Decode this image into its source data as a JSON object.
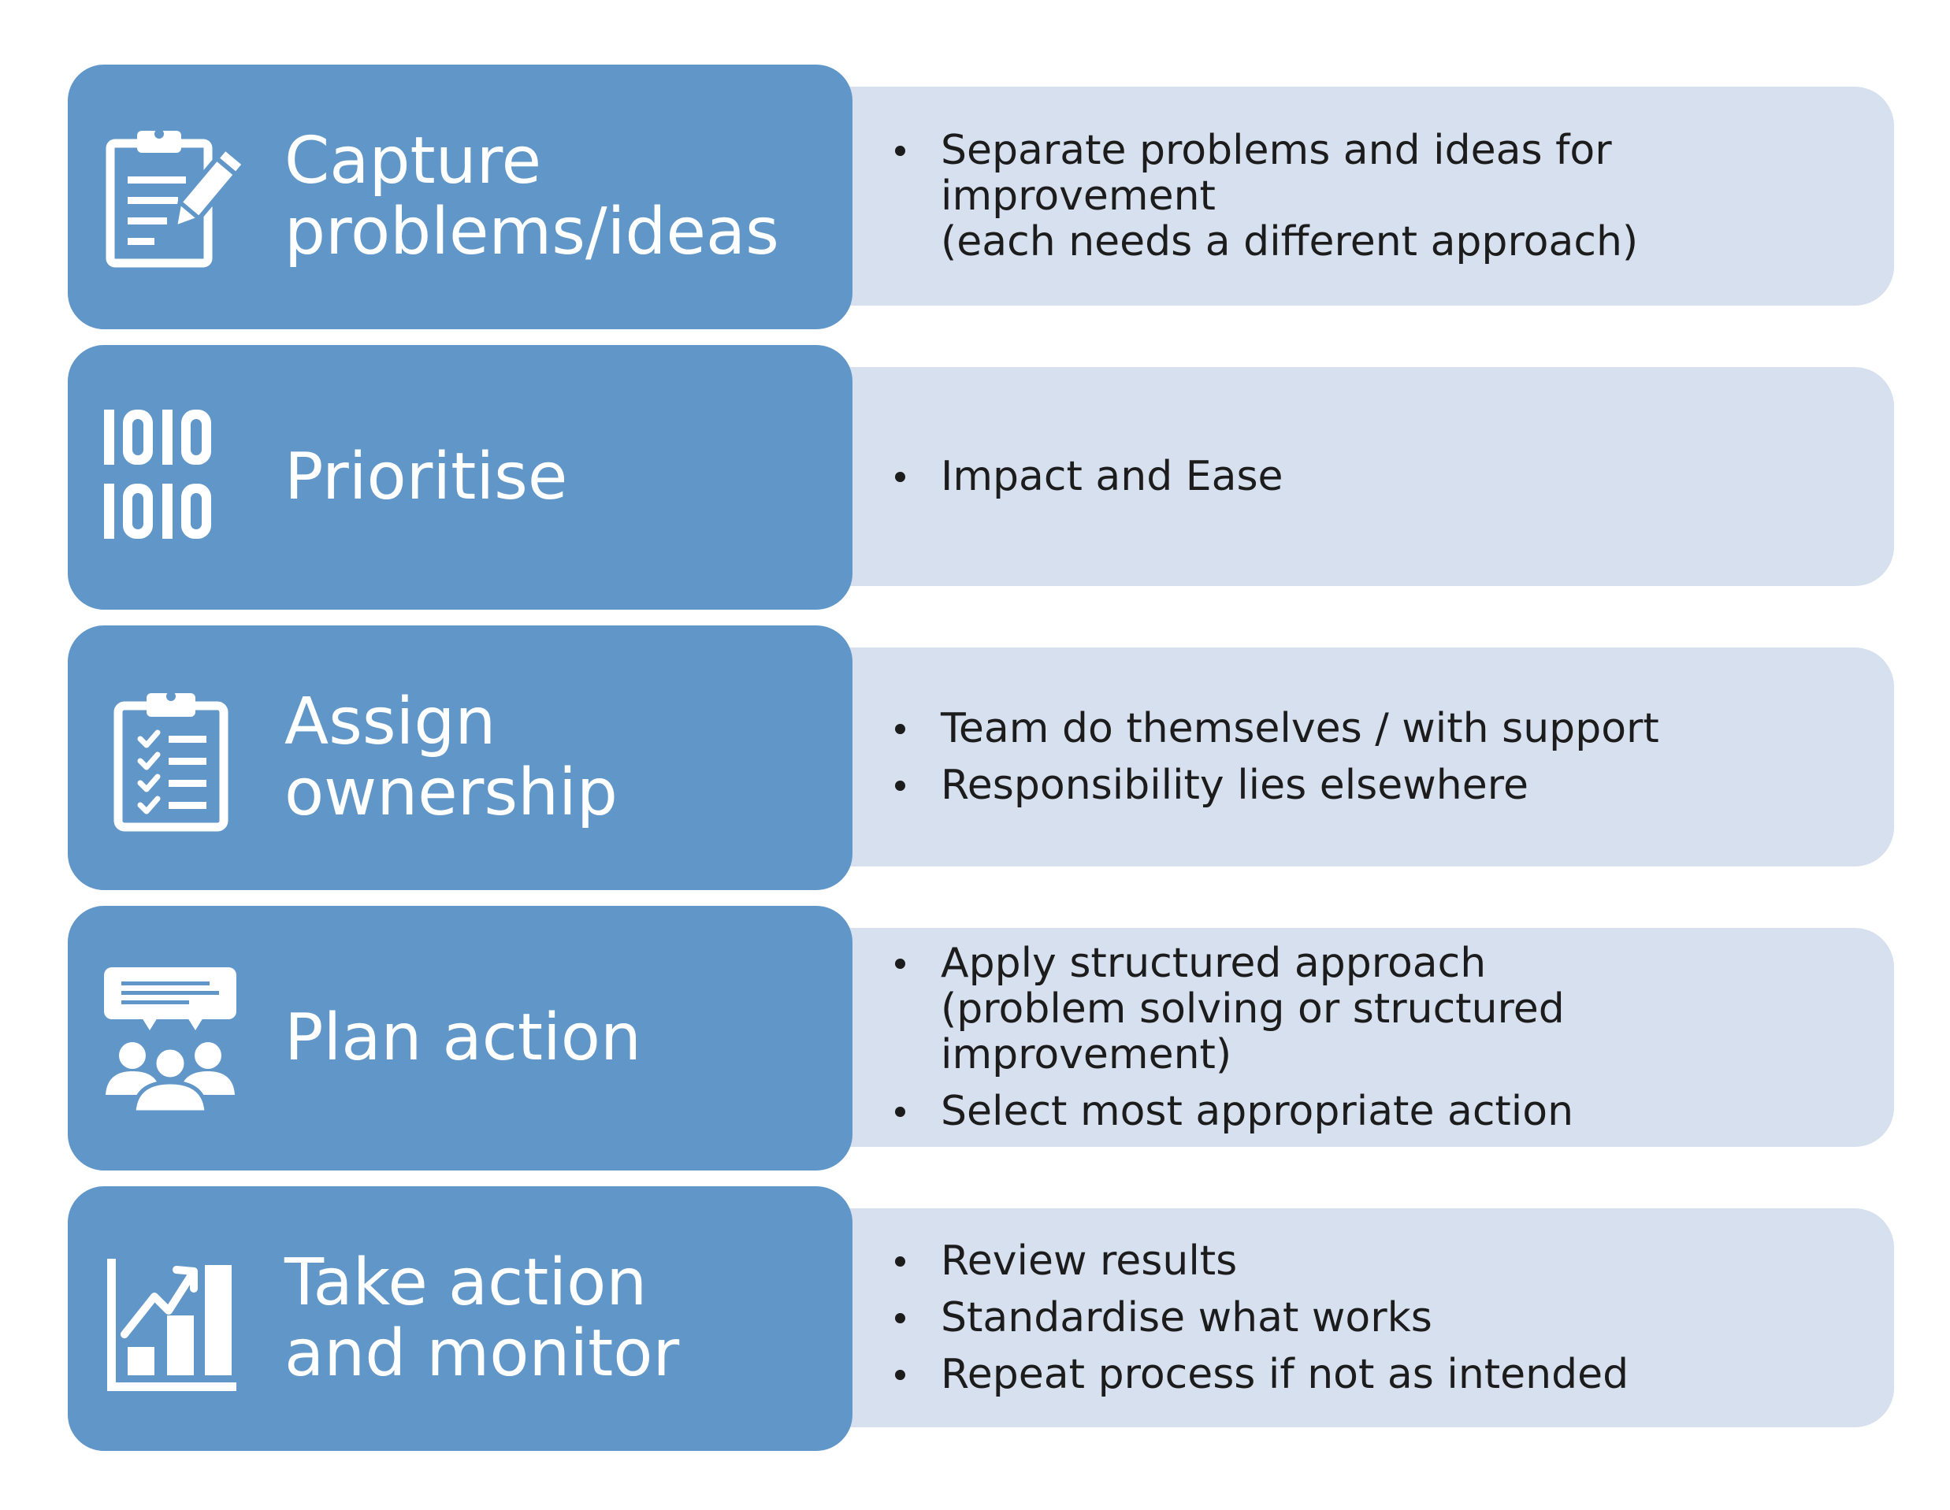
{
  "steps": [
    {
      "icon": "clipboard-pencil-icon",
      "title": "Capture\nproblems/ideas",
      "points": [
        "Separate problems and ideas for improvement\n(each needs a different approach)"
      ]
    },
    {
      "icon": "binary-icon",
      "title": "Prioritise",
      "points": [
        "Impact and Ease"
      ]
    },
    {
      "icon": "checklist-icon",
      "title": "Assign ownership",
      "points": [
        "Team do themselves / with support",
        "Responsibility lies elsewhere"
      ]
    },
    {
      "icon": "team-meeting-icon",
      "title": "Plan action",
      "points": [
        "Apply structured approach\n(problem solving or structured improvement)",
        "Select most appropriate action"
      ]
    },
    {
      "icon": "growth-chart-icon",
      "title": "Take action\nand monitor",
      "points": [
        "Review results",
        "Standardise what works",
        "Repeat process if not as intended"
      ]
    }
  ],
  "colors": {
    "step_fill": "#6097c8",
    "detail_fill": "#d6e0ee",
    "step_text": "#ffffff",
    "detail_text": "#1c1c1c"
  }
}
